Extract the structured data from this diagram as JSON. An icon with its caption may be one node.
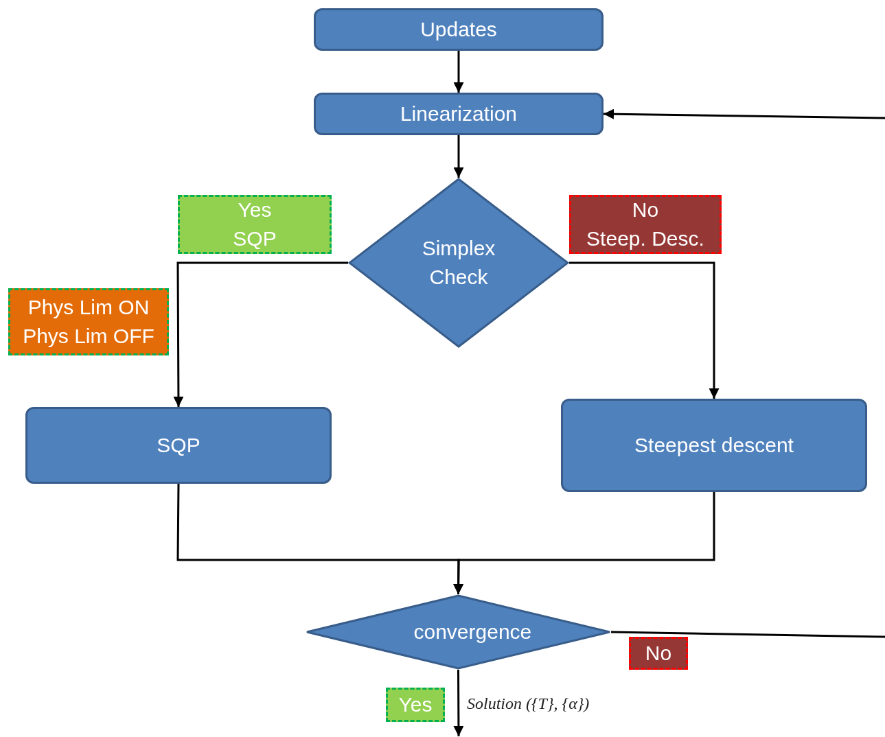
{
  "diagram": {
    "nodes": [
      {
        "text": [
          "Updates"
        ]
      },
      {
        "text": [
          "Linearization"
        ]
      },
      {
        "text": [
          "Yes",
          "SQP"
        ]
      },
      {
        "text": [
          "Simplex Check"
        ]
      },
      {
        "text": [
          "No",
          "Steep. Desc."
        ]
      },
      {
        "text": [
          "Phys Lim ON",
          "Phys Lim OFF"
        ]
      },
      {
        "text": [
          "SQP"
        ]
      },
      {
        "text": [
          "Steepest descent"
        ]
      },
      {
        "text": [
          "convergence"
        ]
      },
      {
        "text": [
          "No"
        ]
      }
    ],
    "edges": [
      {
        "from": 0,
        "to": 1,
        "arrow": "to"
      },
      {
        "from": null,
        "to": 1,
        "arrow": "to"
      },
      {
        "from": 1,
        "to": 3,
        "arrow": "to"
      },
      {
        "from": 3,
        "to": 6,
        "arrow": "to"
      },
      {
        "from": 3,
        "to": 7,
        "arrow": "to"
      },
      {
        "from": 6,
        "to": 8,
        "arrow": "to"
      },
      {
        "from": 7,
        "to": 8,
        "arrow": "to"
      },
      {
        "from": 8,
        "to": null,
        "arrow": "none"
      },
      {
        "from": 8,
        "to": null,
        "arrow": "to",
        "label": "Yes"
      }
    ],
    "labels": [
      "Solution ({T}, {α})"
    ]
  }
}
